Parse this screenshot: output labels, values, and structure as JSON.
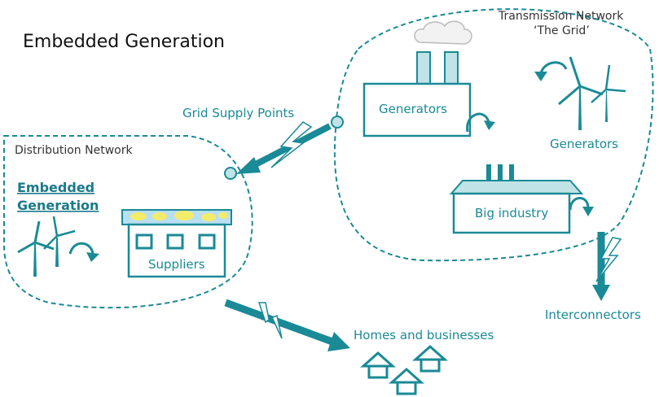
{
  "title": "Embedded Generation",
  "transmission": {
    "label_line1": "Transmission Network",
    "label_line2": "‘The Grid’",
    "generators_building_label": "Generators",
    "generators_turbines_label": "Generators",
    "big_industry_label": "Big industry"
  },
  "distribution": {
    "label": "Distribution Network",
    "embedded_line1": "Embedded",
    "embedded_line2": "Generation",
    "suppliers_label": "Suppliers"
  },
  "grid_supply_points_label": "Grid Supply Points",
  "interconnectors_label": "Interconnectors",
  "homes_label": "Homes and businesses",
  "colors": {
    "teal": "#1a8a96",
    "teal_light": "#bfe3e6",
    "solar_yellow": "#f3ec6a",
    "solar_blue": "#b9dff2"
  }
}
